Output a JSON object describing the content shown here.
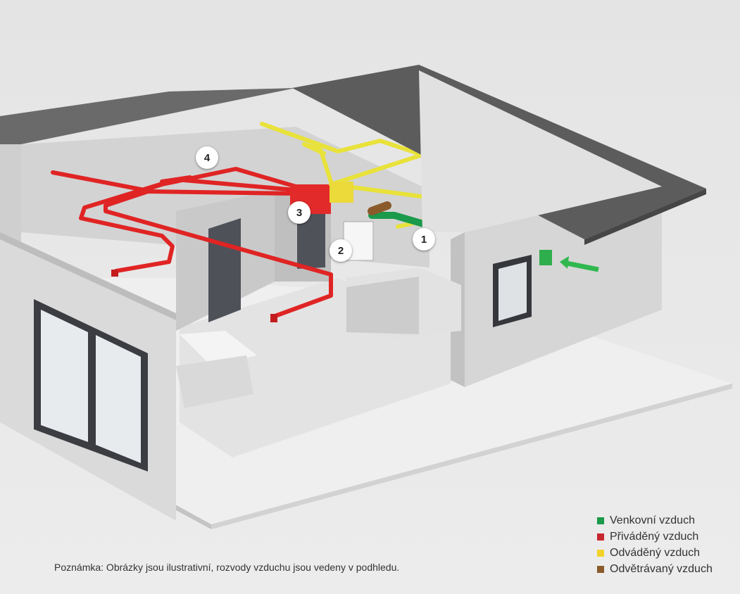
{
  "colors": {
    "outdoor": "#1a9a4a",
    "supply": "#e02424",
    "extract": "#e8e23a",
    "exhaust": "#8b5a2b",
    "roof": "#5e5e5e",
    "wall": "#d8d8d8",
    "floor": "#dcdcdc"
  },
  "callouts": [
    {
      "number": "1"
    },
    {
      "number": "2"
    },
    {
      "number": "3"
    },
    {
      "number": "4"
    }
  ],
  "legend": {
    "items": [
      {
        "label": "Venkovní vzduch",
        "color": "#1a9a4a"
      },
      {
        "label": "Přiváděný vzduch",
        "color": "#c8262e"
      },
      {
        "label": "Odváděný vzduch",
        "color": "#f2d22a"
      },
      {
        "label": "Odvětrávaný vzduch",
        "color": "#8b5a2b"
      }
    ]
  },
  "note": "Poznámka: Obrázky jsou ilustrativní, rozvody vzduchu jsou vedeny v podhledu."
}
